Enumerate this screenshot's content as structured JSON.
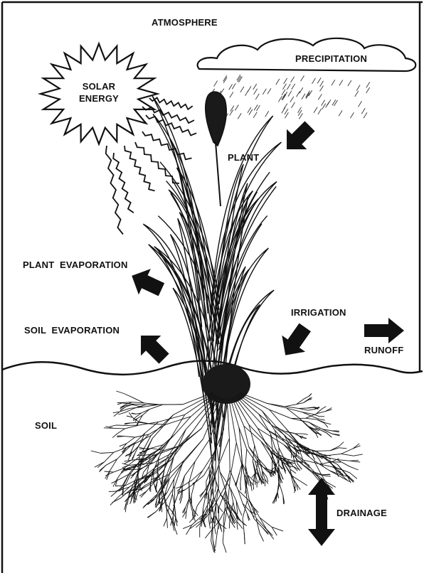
{
  "labels": {
    "atmosphere": "ATMOSPHERE",
    "precipitation": "PRECIPITATION",
    "solar_line1": "SOLAR",
    "solar_line2": "ENERGY",
    "plant": "PLANT",
    "plant_evaporation": "PLANT  EVAPORATION",
    "soil_evaporation": "SOIL  EVAPORATION",
    "irrigation": "IRRIGATION",
    "runoff": "RUNOFF",
    "soil": "SOIL",
    "drainage": "DRAINAGE"
  },
  "colors": {
    "ink": "#111111",
    "paper": "#ffffff"
  }
}
